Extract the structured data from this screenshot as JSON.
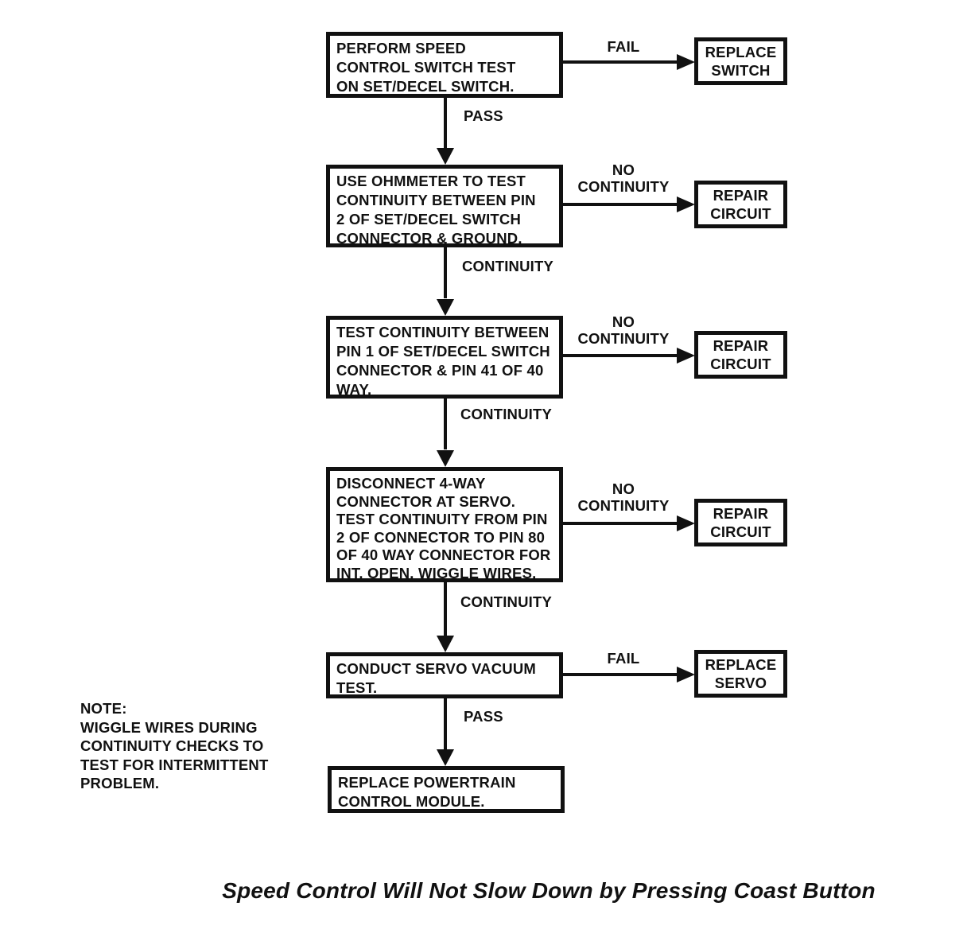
{
  "diagram": {
    "caption": "Speed Control Will Not Slow Down by Pressing Coast Button",
    "note": "NOTE:\nWIGGLE WIRES DURING\nCONTINUITY CHECKS TO\nTEST FOR INTERMITTENT\nPROBLEM.",
    "colors": {
      "ink": "#111111",
      "paper": "#ffffff"
    },
    "steps": [
      {
        "text": "PERFORM SPEED\nCONTROL SWITCH TEST\nON SET/DECEL SWITCH.",
        "branch_label": "FAIL",
        "branch_target": "REPLACE\nSWITCH",
        "next_label": "PASS"
      },
      {
        "text": "USE OHMMETER TO TEST\nCONTINUITY BETWEEN PIN\n2 OF SET/DECEL SWITCH\nCONNECTOR & GROUND.",
        "branch_label": "NO\nCONTINUITY",
        "branch_target": "REPAIR\nCIRCUIT",
        "next_label": "CONTINUITY"
      },
      {
        "text": "TEST CONTINUITY BETWEEN\nPIN 1 OF SET/DECEL SWITCH\nCONNECTOR & PIN 41 OF 40\nWAY.",
        "branch_label": "NO\nCONTINUITY",
        "branch_target": "REPAIR\nCIRCUIT",
        "next_label": "CONTINUITY"
      },
      {
        "text": "DISCONNECT 4-WAY\nCONNECTOR AT SERVO.\nTEST CONTINUITY FROM PIN\n2 OF CONNECTOR TO PIN 80\nOF 40 WAY CONNECTOR FOR\nINT. OPEN. WIGGLE WIRES.",
        "branch_label": "NO\nCONTINUITY",
        "branch_target": "REPAIR\nCIRCUIT",
        "next_label": "CONTINUITY"
      },
      {
        "text": "CONDUCT SERVO VACUUM\nTEST.",
        "branch_label": "FAIL",
        "branch_target": "REPLACE\nSERVO",
        "next_label": "PASS"
      },
      {
        "text": "REPLACE POWERTRAIN\nCONTROL MODULE."
      }
    ]
  }
}
